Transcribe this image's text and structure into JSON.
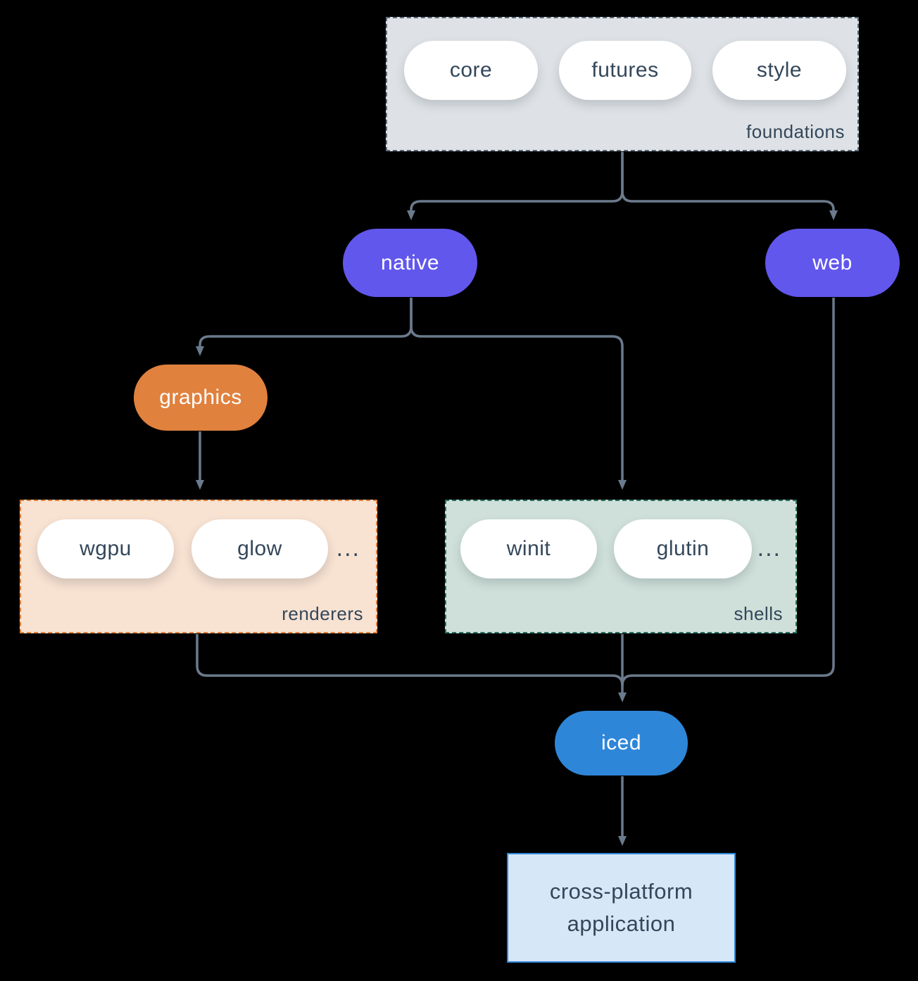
{
  "colors": {
    "background": "#000000",
    "connector": "#6b7a8c",
    "text_dark": "#33475a",
    "node_purple": "#6157ec",
    "node_orange": "#e0813e",
    "node_blue": "#2e86d8",
    "foundations_fill": "#dee2e6",
    "foundations_border": "#5a6878",
    "renderers_fill": "#f8e2d2",
    "renderers_border": "#e0813e",
    "shells_fill": "#cfe0da",
    "shells_border": "#26705f",
    "application_fill": "#d6e7f8",
    "application_border": "#2e86d8"
  },
  "foundations": {
    "label": "foundations",
    "items": [
      "core",
      "futures",
      "style"
    ]
  },
  "native": {
    "label": "native"
  },
  "web": {
    "label": "web"
  },
  "graphics": {
    "label": "graphics"
  },
  "renderers": {
    "label": "renderers",
    "items": [
      "wgpu",
      "glow"
    ],
    "more": "..."
  },
  "shells": {
    "label": "shells",
    "items": [
      "winit",
      "glutin"
    ],
    "more": "..."
  },
  "iced": {
    "label": "iced"
  },
  "application": {
    "line1": "cross-platform",
    "line2": "application"
  }
}
